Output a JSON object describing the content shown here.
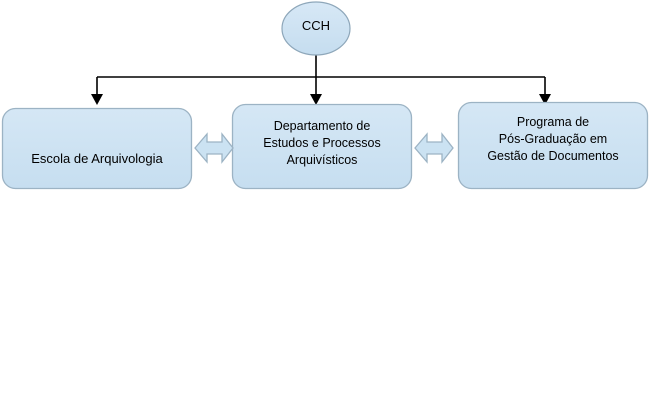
{
  "diagram": {
    "title_present": false,
    "background_color": "#ffffff",
    "node_fill_color": "#cbe2f2",
    "node_border_color": "#9cb3c4",
    "connector_color": "#000000",
    "bidirectional_arrow_fill": "#cbe2f2",
    "bidirectional_arrow_stroke": "#9cb3c4",
    "root": {
      "id": "cch",
      "label": "CCH",
      "shape": "ellipse"
    },
    "children": [
      {
        "id": "escola",
        "label": "Escola de Arquivologia",
        "shape": "rounded-rectangle"
      },
      {
        "id": "departamento",
        "label": "Departamento de\nEstudos e Processos\nArquivísticos",
        "shape": "rounded-rectangle"
      },
      {
        "id": "programa",
        "label": "Programa de\nPós-Graduação em\nGestão de Documentos",
        "shape": "rounded-rectangle"
      }
    ],
    "connectors": [
      {
        "id": "cch-to-escola",
        "type": "arrow-down",
        "from": "cch",
        "to": "escola"
      },
      {
        "id": "cch-to-departamento",
        "type": "arrow-down",
        "from": "cch",
        "to": "departamento"
      },
      {
        "id": "cch-to-programa",
        "type": "arrow-down",
        "from": "cch",
        "to": "programa"
      },
      {
        "id": "escola-departamento",
        "type": "double-headed-arrow",
        "from": "escola",
        "to": "departamento"
      },
      {
        "id": "departamento-programa",
        "type": "double-headed-arrow",
        "from": "departamento",
        "to": "programa"
      }
    ]
  }
}
